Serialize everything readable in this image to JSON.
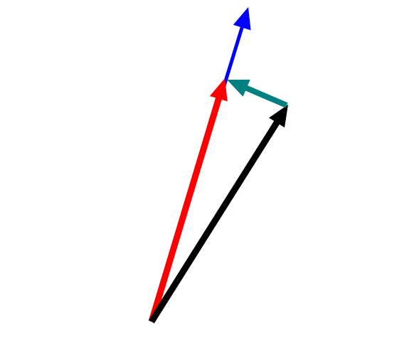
{
  "diagram": {
    "background": "#ffffff",
    "vectors": [
      {
        "id": "blue-vector",
        "color": "#0000ff"
      },
      {
        "id": "red-vector",
        "color": "#ff0000"
      },
      {
        "id": "black-vector",
        "color": "#000000"
      },
      {
        "id": "teal-vector",
        "color": "#008080"
      }
    ]
  }
}
